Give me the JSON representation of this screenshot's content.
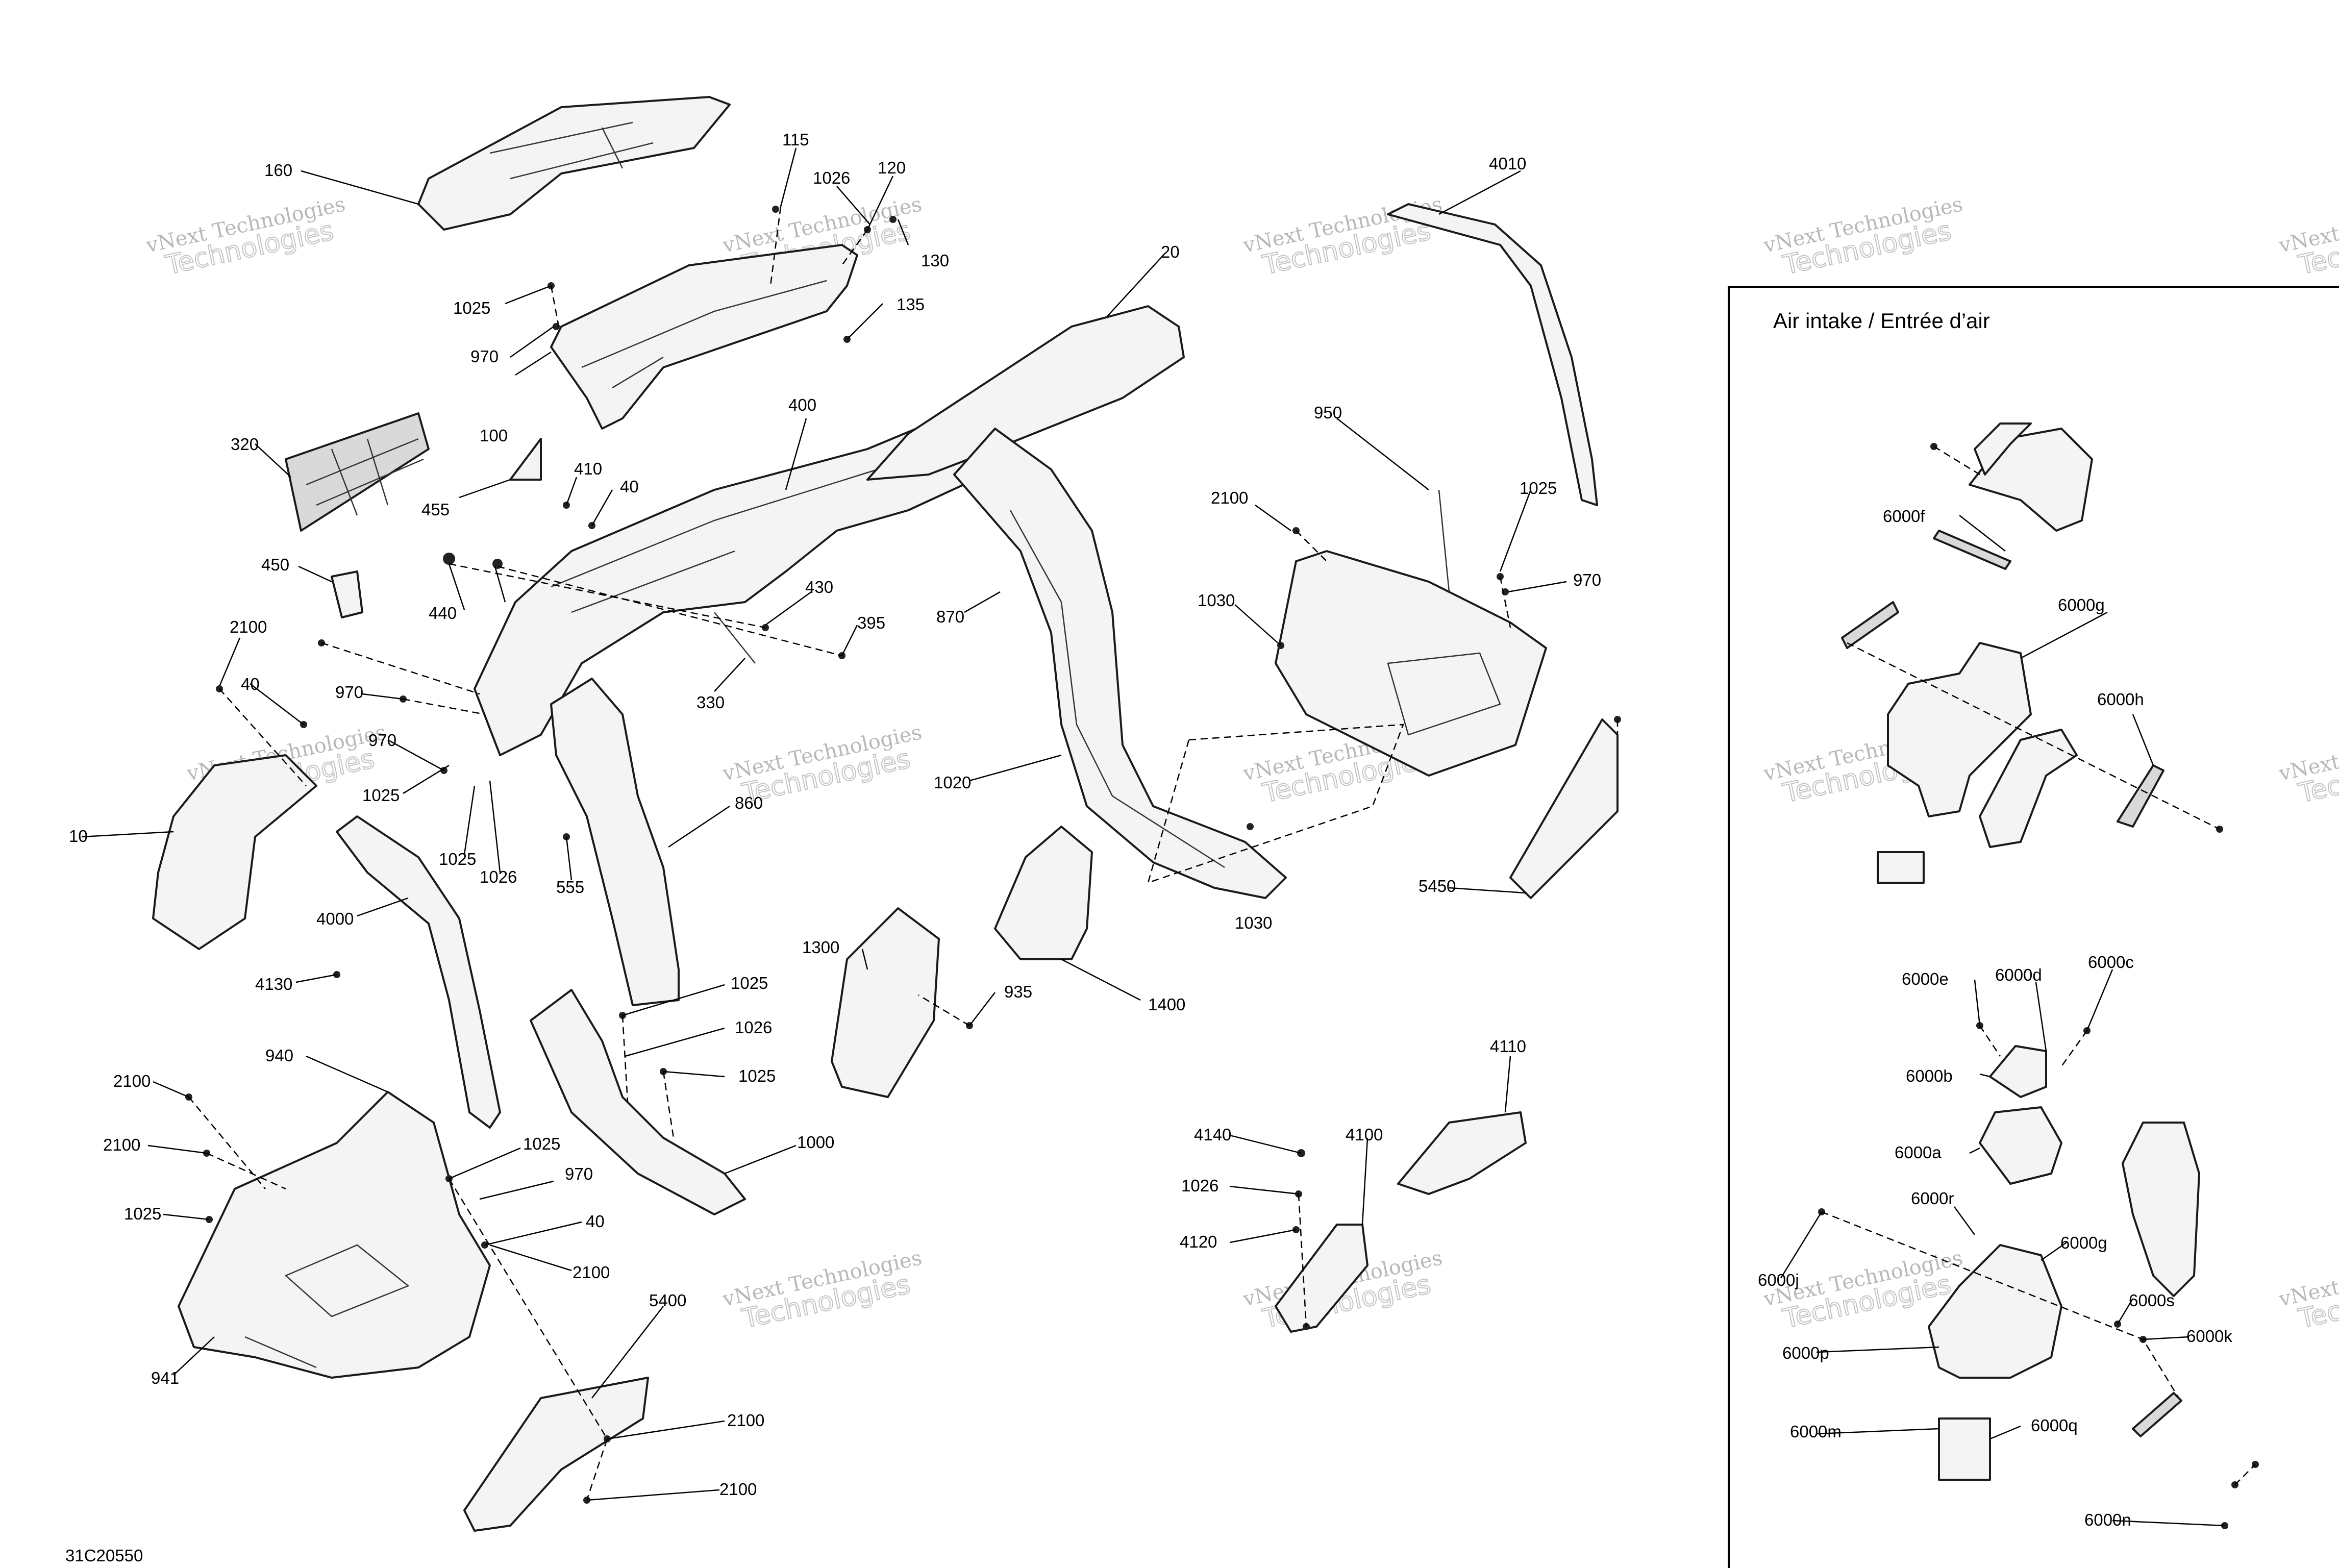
{
  "diagram_id": "31C20550",
  "inset": {
    "title": "Air intake  /  Entrée d’air"
  },
  "watermark": {
    "line1": "vNext Technologies",
    "line2": "Technologies"
  },
  "labels": [
    "160",
    "115",
    "1026",
    "120",
    "130",
    "135",
    "1025",
    "970",
    "100",
    "320",
    "455",
    "410",
    "40",
    "450",
    "440",
    "20",
    "400",
    "430",
    "395",
    "330",
    "870",
    "4010",
    "950",
    "2100",
    "1025",
    "970",
    "1030",
    "1020",
    "1030",
    "5450",
    "2100",
    "40",
    "970",
    "970",
    "1025",
    "1025",
    "1026",
    "555",
    "860",
    "10",
    "4000",
    "4130",
    "1300",
    "935",
    "1400",
    "1025",
    "1026",
    "1025",
    "1000",
    "940",
    "2100",
    "2100",
    "1025",
    "1025",
    "970",
    "40",
    "2100",
    "941",
    "5400",
    "2100",
    "2100",
    "4140",
    "4100",
    "4110",
    "1026",
    "4120",
    "6000f",
    "6000g",
    "6000h",
    "6000e",
    "6000d",
    "6000c",
    "6000b",
    "6000a",
    "6000r",
    "6000g",
    "6000j",
    "6000s",
    "6000k",
    "6000p",
    "6000m",
    "6000q",
    "6000n"
  ]
}
